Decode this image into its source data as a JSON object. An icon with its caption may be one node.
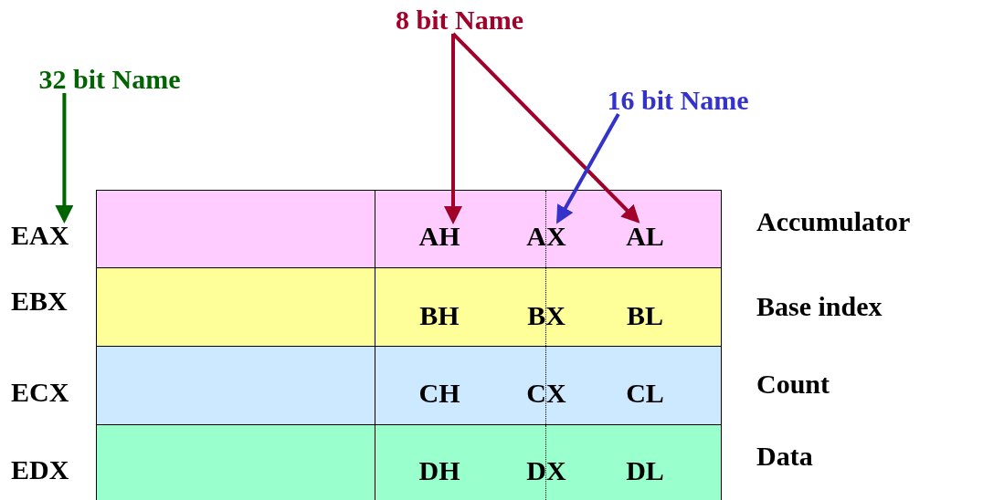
{
  "diagram": {
    "nodes": [
      {
        "text": [
          "32 bit Name"
        ]
      },
      {
        "text": [
          "8 bit Name"
        ]
      },
      {
        "text": [
          "16 bit Name"
        ]
      },
      {
        "text": [
          "EAX"
        ]
      },
      {
        "text": [],
        "shape": "box"
      },
      {
        "text": [],
        "shape": "box"
      },
      {
        "text": [
          "AH"
        ],
        "in": 5
      },
      {
        "text": [
          "AX"
        ],
        "in": 5
      },
      {
        "text": [
          "AL"
        ],
        "in": 5
      },
      {
        "text": [
          "EBX"
        ]
      },
      {
        "text": [],
        "shape": "box"
      },
      {
        "text": [],
        "shape": "box"
      },
      {
        "text": [
          "BH"
        ],
        "in": 11
      },
      {
        "text": [
          "BX"
        ],
        "in": 11
      },
      {
        "text": [
          "BL"
        ],
        "in": 11
      },
      {
        "text": [
          "ECX"
        ]
      },
      {
        "text": [],
        "shape": "box"
      },
      {
        "text": [],
        "shape": "box"
      },
      {
        "text": [
          "CH"
        ],
        "in": 17
      },
      {
        "text": [
          "CX"
        ],
        "in": 17
      },
      {
        "text": [
          "CL"
        ],
        "in": 17
      },
      {
        "text": [
          "EDX"
        ]
      },
      {
        "text": [],
        "shape": "box"
      },
      {
        "text": [],
        "shape": "box"
      },
      {
        "text": [
          "DH"
        ],
        "in": 23
      },
      {
        "text": [
          "DX"
        ],
        "in": 23
      },
      {
        "text": [
          "DL"
        ],
        "in": 23
      }
    ],
    "edges": [
      {
        "from": 0,
        "to": 3,
        "arrow": "to",
        "color": "#006400"
      },
      {
        "from": 1,
        "to": 6,
        "arrow": "to",
        "color": "#a0002a"
      },
      {
        "from": 1,
        "to": 8,
        "arrow": "to",
        "color": "#a0002a"
      },
      {
        "from": 2,
        "to": 7,
        "arrow": "to",
        "color": "#3333cc"
      }
    ],
    "labels": [
      "Accumulator",
      "Base index",
      "Count",
      "Data"
    ]
  }
}
